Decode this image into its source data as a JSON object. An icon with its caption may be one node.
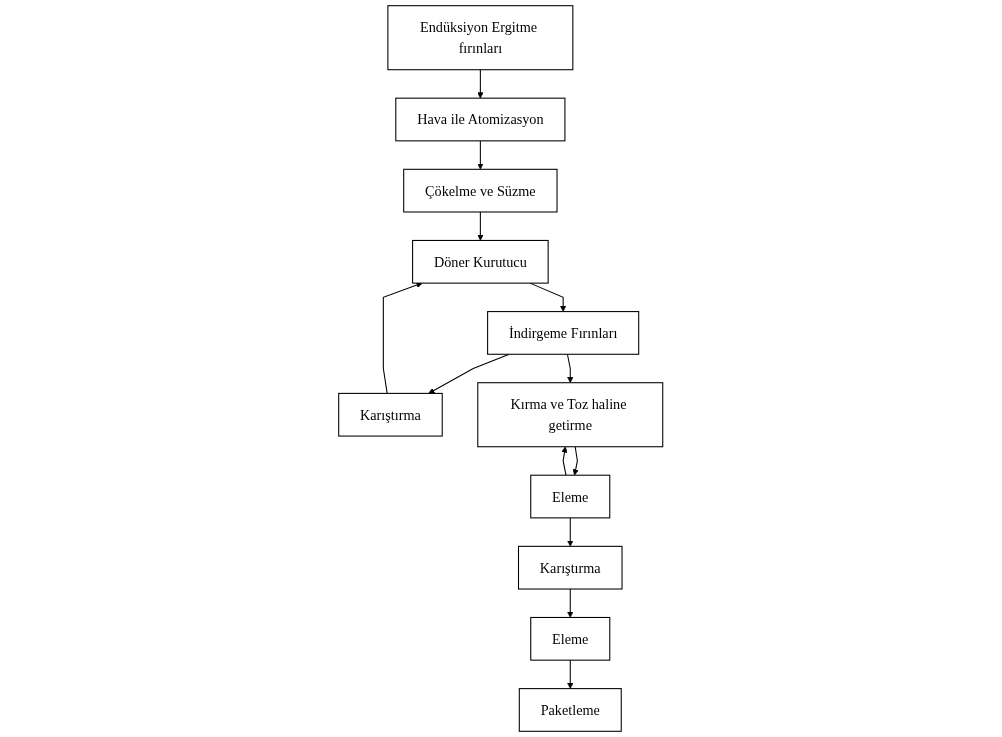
{
  "diagram": {
    "nodes": [
      {
        "text": [
          "Endüksiyon Ergitme fırınları"
        ]
      },
      {
        "text": [
          "Hava ile Atomizasyon"
        ]
      },
      {
        "text": [
          "Çökelme ve Süzme"
        ]
      },
      {
        "text": [
          "Döner Kurutucu"
        ]
      },
      {
        "text": [
          "Karıştırma"
        ]
      },
      {
        "text": [
          "İndirgeme Fırınları"
        ]
      },
      {
        "text": [
          "Kırma ve Toz haline getirme"
        ]
      },
      {
        "text": [
          "Eleme"
        ]
      },
      {
        "text": [
          "Karıştırma"
        ]
      },
      {
        "text": [
          "Eleme"
        ]
      },
      {
        "text": [
          "Paketleme"
        ]
      }
    ],
    "edges": [
      {
        "from": 0,
        "to": 1,
        "arrow": "to"
      },
      {
        "from": 1,
        "to": 2,
        "arrow": "to"
      },
      {
        "from": 2,
        "to": 3,
        "arrow": "to"
      },
      {
        "from": 4,
        "to": 3,
        "arrow": "to"
      },
      {
        "from": 3,
        "to": 5,
        "arrow": "to"
      },
      {
        "from": 5,
        "to": 4,
        "arrow": "to"
      },
      {
        "from": 5,
        "to": 6,
        "arrow": "to"
      },
      {
        "from": 6,
        "to": 7,
        "arrow": "to"
      },
      {
        "from": 7,
        "to": 6,
        "arrow": "to"
      },
      {
        "from": 7,
        "to": 8,
        "arrow": "to"
      },
      {
        "from": 8,
        "to": 9,
        "arrow": "to"
      },
      {
        "from": 9,
        "to": 10,
        "arrow": "to"
      }
    ]
  }
}
